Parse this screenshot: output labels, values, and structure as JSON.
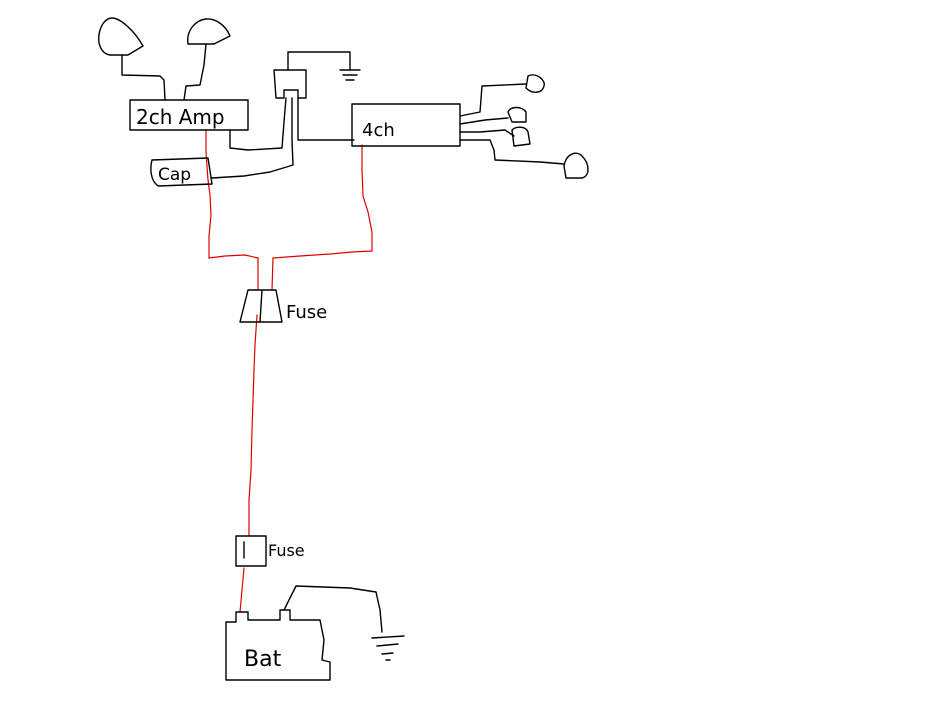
{
  "labels": {
    "amp2": "2ch Amp",
    "cap": "Cap",
    "amp4": "4ch",
    "fuse_upper": "Fuse",
    "fuse_lower": "Fuse",
    "battery": "Bat"
  },
  "colors": {
    "power_wire": "#e00000",
    "signal_wire": "#000000",
    "background": "#ffffff"
  },
  "icons": {
    "speaker": "speaker-icon",
    "ground": "ground-icon"
  }
}
